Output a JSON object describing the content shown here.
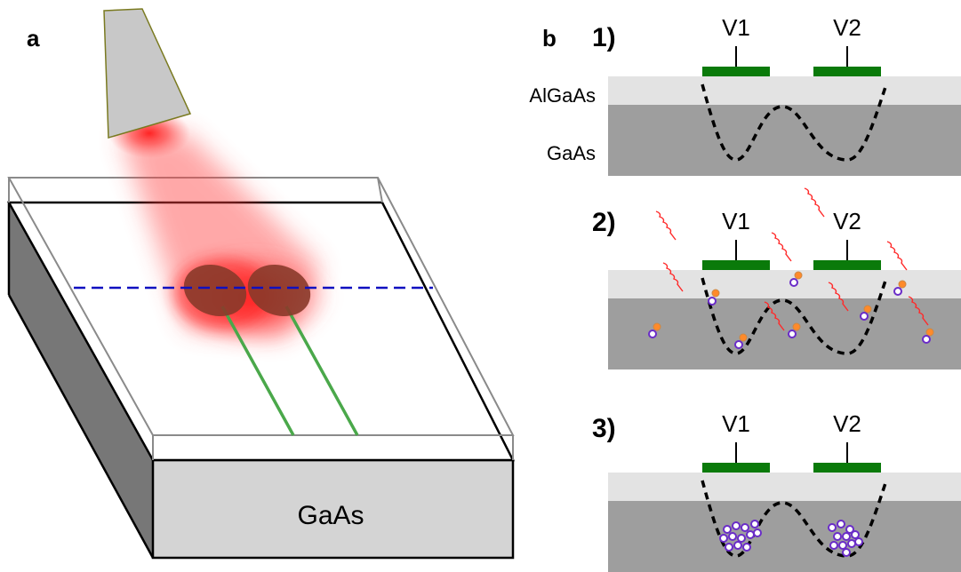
{
  "panel_a": {
    "label": "a",
    "substrate_label": "GaAs"
  },
  "panel_b": {
    "label": "b",
    "layer_top": "AlGaAs",
    "layer_bottom": "GaAs",
    "steps": [
      {
        "number": "1)",
        "gate1": "V1",
        "gate2": "V2"
      },
      {
        "number": "2)",
        "gate1": "V1",
        "gate2": "V2"
      },
      {
        "number": "3)",
        "gate1": "V1",
        "gate2": "V2"
      }
    ]
  },
  "colors": {
    "gate": "#0a7a0a",
    "laser": "#ff2a2a",
    "dashed_line": "#1010c0",
    "algaas_layer": "#e3e3e3",
    "gaas_layer": "#9e9e9e",
    "electron": "#ff8a2a",
    "hole": "#6a2cc8"
  }
}
